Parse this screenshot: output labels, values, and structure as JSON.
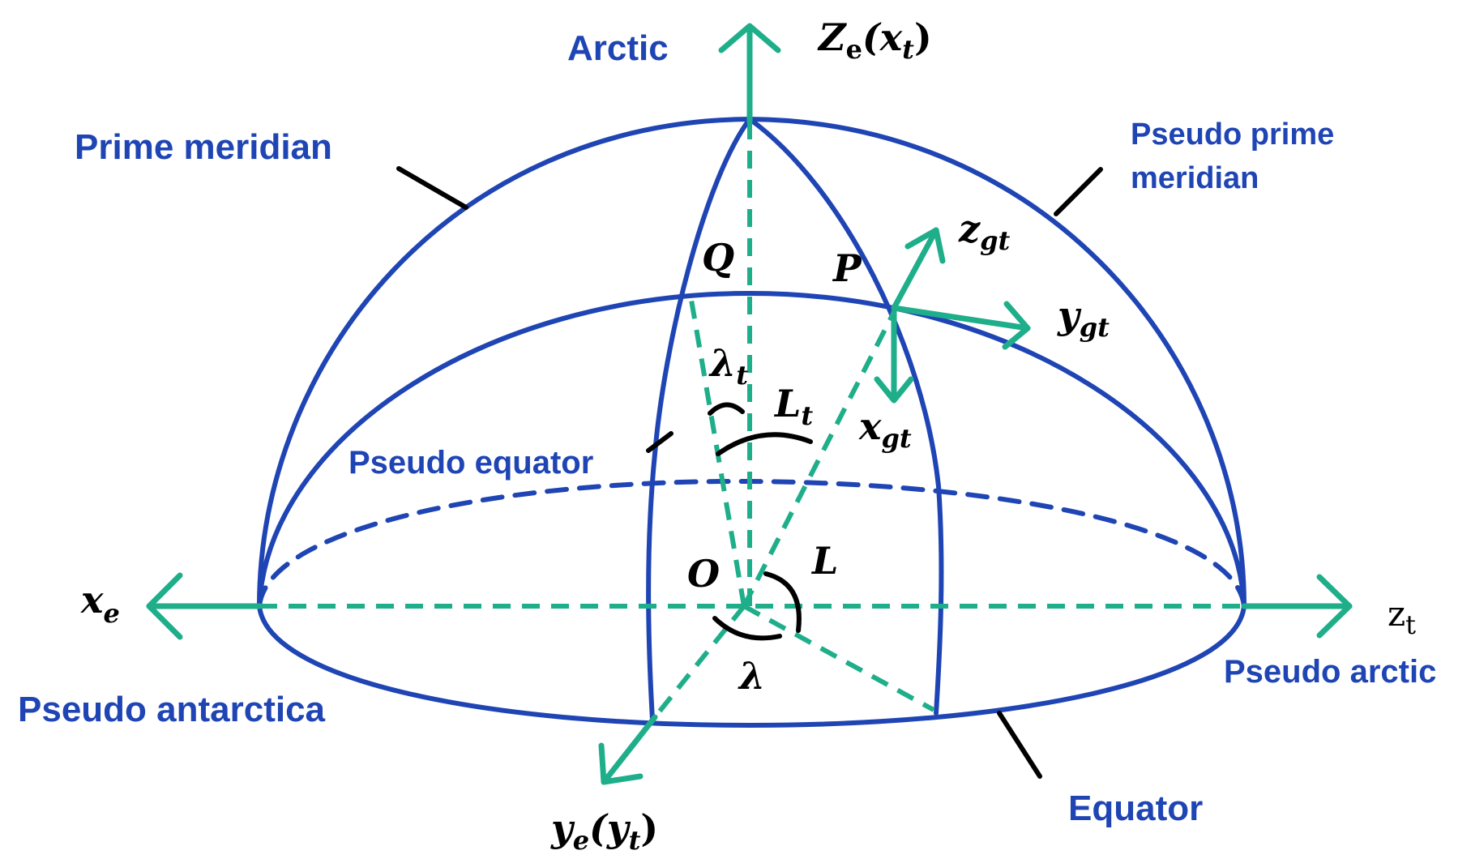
{
  "colors": {
    "sphere_blue": "#1f45b5",
    "label_blue": "#1f45b5",
    "axis_teal": "#1fae8a",
    "black": "#000000",
    "background": "#ffffff"
  },
  "labels": {
    "arctic": "Arctic",
    "prime_meridian": "Prime meridian",
    "pseudo_prime_meridian_line1": "Pseudo prime",
    "pseudo_prime_meridian_line2": "meridian",
    "pseudo_equator": "Pseudo equator",
    "pseudo_antarctica": "Pseudo antarctica",
    "pseudo_arctic": "Pseudo arctic",
    "equator": "Equator"
  },
  "axes": {
    "ze_main": "Z",
    "ze_sub": "e",
    "ze_paren": "(x",
    "ze_paren_sub": "t",
    "ze_close": ")",
    "xe_main": "x",
    "xe_sub": "e",
    "zt_main": "z",
    "zt_sub": "t",
    "ye_main": "y",
    "ye_sub": "e",
    "ye_paren": "(y",
    "ye_paren_sub": "t",
    "ye_close": ")",
    "zgt_main": "z",
    "zgt_sub": "gt",
    "ygt_main": "y",
    "ygt_sub": "gt",
    "xgt_main": "x",
    "xgt_sub": "gt"
  },
  "points": {
    "q": "Q",
    "p": "P",
    "o": "O"
  },
  "angles": {
    "lambda_t_main": "λ",
    "lambda_t_sub": "t",
    "l_t_main": "L",
    "l_t_sub": "t",
    "l": "L",
    "lambda": "λ"
  }
}
